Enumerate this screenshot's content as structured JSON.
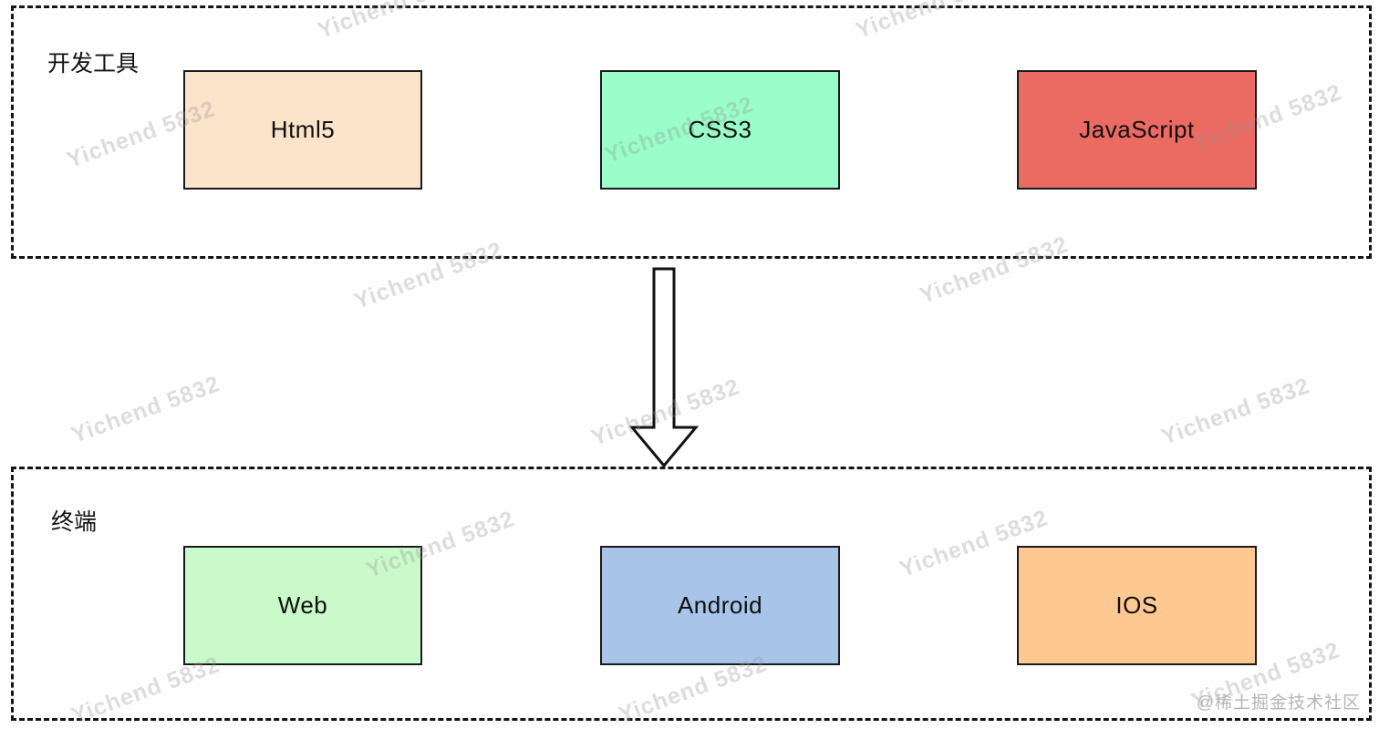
{
  "sections": {
    "tools": {
      "label": "开发工具",
      "boxes": [
        {
          "label": "Html5",
          "color": "#fce4cb"
        },
        {
          "label": "CSS3",
          "color": "#99fec9"
        },
        {
          "label": "JavaScript",
          "color": "#eb6a62"
        }
      ]
    },
    "terminals": {
      "label": "终端",
      "boxes": [
        {
          "label": "Web",
          "color": "#cafaca"
        },
        {
          "label": "Android",
          "color": "#a9c4e9"
        },
        {
          "label": "IOS",
          "color": "#fec991"
        }
      ]
    }
  },
  "arrow": {
    "direction": "down"
  },
  "watermark": {
    "text": "Yichend 5832"
  },
  "credit": {
    "text": "@稀土掘金技术社区"
  }
}
